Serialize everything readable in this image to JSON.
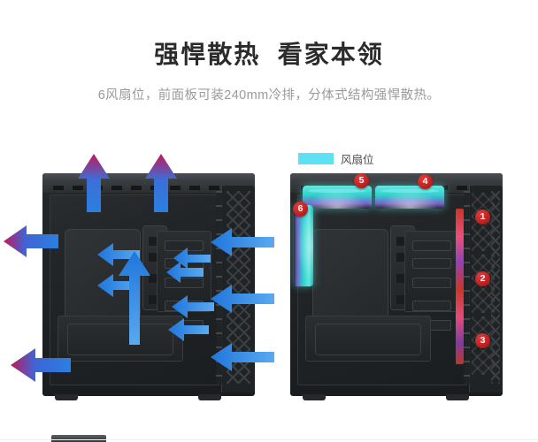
{
  "header": {
    "title": "强悍散热  看家本领",
    "subtitle": "6风扇位，前面板可装240mm冷排，分体式结构强悍散热。"
  },
  "legend": {
    "swatch_color": "#5ce1f5",
    "label": "风扇位"
  },
  "colors": {
    "badge_red": "#c41e1e",
    "fan_cyan": "#5ce1f5",
    "fan_zone_teal": "#23a9a8",
    "arrow_blue": "#2b7fe0",
    "arrow_crimson": "#c2185b",
    "chassis_dark": "#1f2224",
    "title_text": "#2b2b2b",
    "subtitle_text": "#9a9a9a",
    "page_background": "#ffffff"
  },
  "left_case": {
    "name": "airflow-diagram-case",
    "caption": "",
    "exhaust_arrows": [
      {
        "id": "top-exhaust-1",
        "direction": "up",
        "label": ""
      },
      {
        "id": "top-exhaust-2",
        "direction": "up",
        "label": ""
      },
      {
        "id": "rear-exhaust-upper",
        "direction": "left",
        "label": ""
      },
      {
        "id": "rear-exhaust-lower",
        "direction": "left",
        "label": ""
      }
    ],
    "intake_arrows": [
      {
        "id": "front-intake-1",
        "direction": "left",
        "label": ""
      },
      {
        "id": "front-intake-2",
        "direction": "left",
        "label": ""
      },
      {
        "id": "front-intake-3",
        "direction": "left",
        "label": ""
      },
      {
        "id": "inner-flow-1",
        "direction": "left",
        "label": ""
      },
      {
        "id": "inner-flow-2",
        "direction": "left",
        "label": ""
      },
      {
        "id": "inner-flow-3",
        "direction": "left",
        "label": ""
      },
      {
        "id": "inner-flow-4",
        "direction": "left",
        "label": ""
      },
      {
        "id": "inner-flow-5",
        "direction": "left",
        "label": ""
      },
      {
        "id": "inner-flow-6",
        "direction": "left",
        "label": ""
      },
      {
        "id": "inner-up",
        "direction": "up",
        "label": ""
      }
    ]
  },
  "right_case": {
    "name": "fan-position-case",
    "fan_positions": [
      {
        "number": "1",
        "location": "front-top"
      },
      {
        "number": "2",
        "location": "front-middle"
      },
      {
        "number": "3",
        "location": "front-bottom"
      },
      {
        "number": "4",
        "location": "top-right"
      },
      {
        "number": "5",
        "location": "top-left"
      },
      {
        "number": "6",
        "location": "rear-side"
      }
    ]
  }
}
